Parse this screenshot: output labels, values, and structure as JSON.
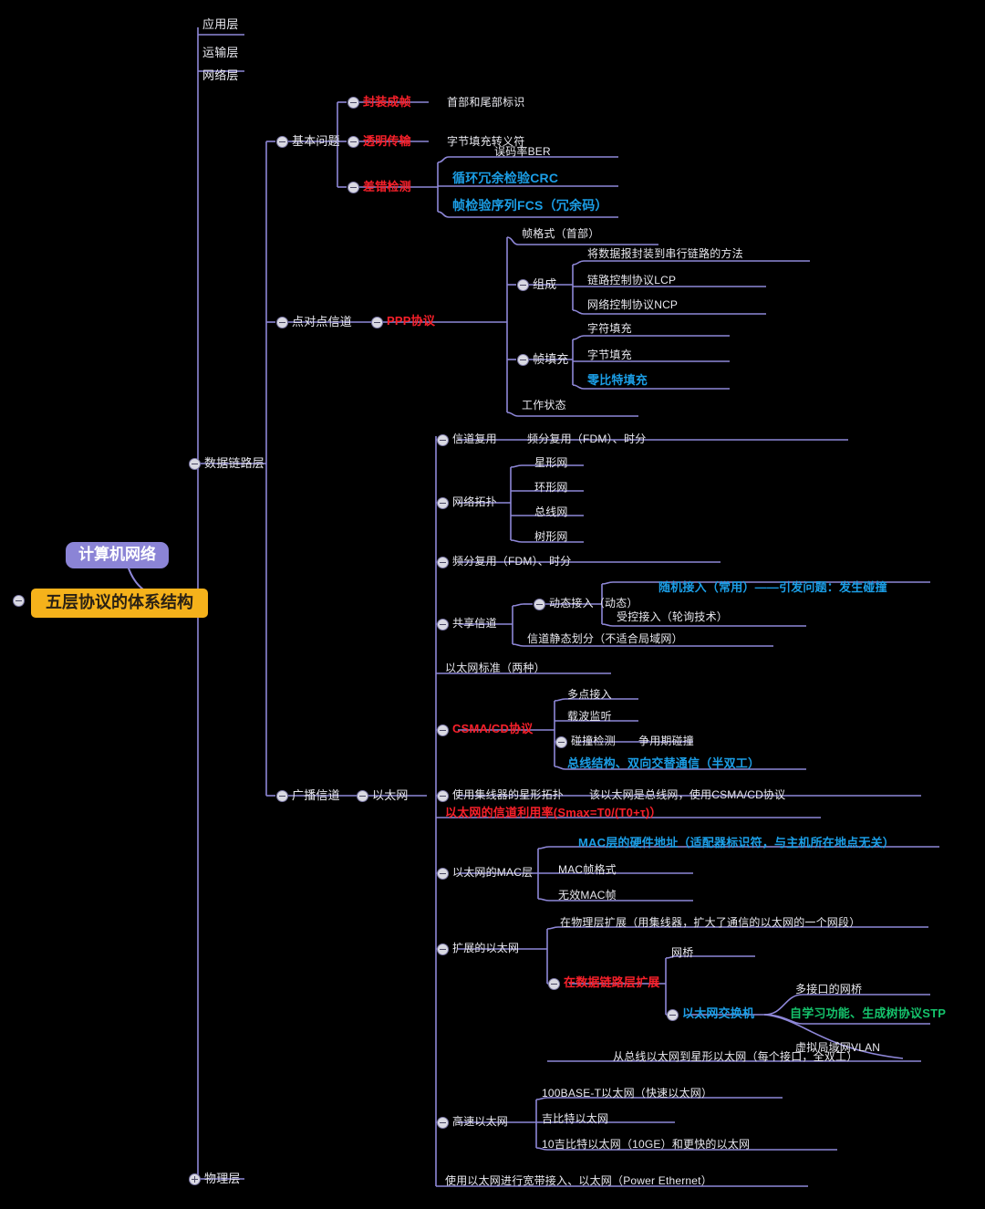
{
  "title": "计算机网络 — 五层协议的体系结构 思维导图",
  "colors": {
    "background": "#000000",
    "branch_line": "#8e87d8",
    "text_default": "#e9e9ef",
    "red": "#f8202a",
    "blue": "#1b9ee6",
    "green": "#15c26b",
    "root_box": "#8b84d6",
    "topic_box": "#f5b21b"
  },
  "root": {
    "label": "计算机网络"
  },
  "topic": {
    "label": "五层协议的体系结构",
    "expander": "minus"
  },
  "layers": [
    {
      "label": "应用层",
      "expander": "none"
    },
    {
      "label": "运输层",
      "expander": "none"
    },
    {
      "label": "网络层",
      "expander": "none"
    },
    {
      "label": "数据链路层",
      "expander": "minus"
    },
    {
      "label": "物理层",
      "expander": "plus"
    }
  ],
  "datalink": {
    "basic": {
      "label": "基本问题",
      "expander": "minus",
      "items": [
        {
          "label": "封装成帧",
          "color": "red",
          "expander": "minus",
          "note": "首部和尾部标识"
        },
        {
          "label": "透明传输",
          "color": "red",
          "expander": "minus",
          "note": "字节填充转义符"
        },
        {
          "label": "差错检测",
          "color": "red",
          "expander": "minus",
          "lead": "误码率BER",
          "children": [
            {
              "label": "循环冗余检验CRC",
              "color": "blue"
            },
            {
              "label": "帧检验序列FCS（冗余码）",
              "color": "blue"
            }
          ]
        }
      ]
    },
    "p2p": {
      "label": "点对点信道",
      "expander": "minus",
      "protocol": {
        "label": "PPP协议",
        "color": "red",
        "expander": "minus"
      },
      "items": [
        {
          "label": "帧格式（首部）",
          "color": "default"
        },
        {
          "label": "组成",
          "color": "default",
          "expander": "minus",
          "lead": "将数据报封装到串行链路的方法",
          "children": [
            {
              "label": "链路控制协议LCP",
              "color": "default"
            },
            {
              "label": "网络控制协议NCP",
              "color": "default"
            }
          ]
        },
        {
          "label": "帧填充",
          "color": "default",
          "expander": "minus",
          "lead": "字符填充",
          "children": [
            {
              "label": "字节填充",
              "color": "default"
            },
            {
              "label": "零比特填充",
              "color": "blue"
            }
          ]
        },
        {
          "label": "工作状态",
          "color": "default"
        }
      ]
    },
    "broadcast": {
      "label": "广播信道",
      "expander": "minus",
      "mux": {
        "label": "信道复用",
        "expander": "minus",
        "note": "频分复用（FDM）、时分",
        "topology": {
          "label": "网络拓扑",
          "expander": "minus",
          "items": [
            "星形网",
            "环形网",
            "总线网",
            "树形网"
          ]
        }
      },
      "shared": {
        "label": "共享信道",
        "expander": "minus",
        "dynamic": {
          "label": "动态接入（动态）",
          "expander": "minus",
          "items": [
            {
              "label": "随机接入（常用）——引发问题：发生碰撞",
              "color": "blue"
            },
            {
              "label": "受控接入（轮询技术）",
              "color": "default"
            }
          ]
        },
        "static": {
          "label": "信道静态划分（不适合局域网）",
          "color": "default"
        }
      },
      "standard": {
        "label": "以太网标准（两种）",
        "color": "default"
      },
      "csmacd": {
        "label": "CSMA/CD协议",
        "color": "red",
        "expander": "minus",
        "items": [
          {
            "label": "多点接入",
            "color": "default"
          },
          {
            "label": "载波监听",
            "color": "default"
          },
          {
            "label": "碰撞检测",
            "color": "default",
            "expander": "minus",
            "note": "争用期碰撞"
          },
          {
            "label": "总线结构、双向交替通信（半双工）",
            "color": "blue"
          }
        ]
      },
      "ethernet": {
        "label": "以太网",
        "expander": "minus",
        "hub": {
          "label": "使用集线器的星形拓扑",
          "expander": "minus",
          "note": "该以太网是总线网，使用CSMA/CD协议"
        },
        "efficiency": {
          "label": "以太网的信道利用率(Smax=T0/(T0+τ)）",
          "color": "red"
        },
        "mac": {
          "label": "以太网的MAC层",
          "expander": "minus",
          "lead": {
            "label": "MAC层的硬件地址（适配器标识符，与主机所在地点无关）",
            "color": "blue"
          },
          "items": [
            "MAC帧格式",
            "无效MAC帧"
          ]
        },
        "extended": {
          "label": "扩展的以太网",
          "expander": "minus",
          "physical_note": "在物理层扩展（用集线器，扩大了通信的以太网的一个网段）",
          "datalink": {
            "label": "在数据链路层扩展",
            "color": "red",
            "expander": "minus",
            "bridge": "网桥",
            "switch": {
              "label": "以太网交换机",
              "color": "blue",
              "expander": "minus",
              "items": [
                {
                  "label": "多接口的网桥",
                  "color": "default"
                },
                {
                  "label": "自学习功能、生成树协议STP",
                  "color": "green"
                },
                {
                  "label": "虚拟局域网VLAN",
                  "color": "default"
                }
              ]
            }
          },
          "footer": "从总线以太网到星形以太网（每个接口，全双工）"
        },
        "fast": {
          "label": "高速以太网",
          "expander": "minus",
          "items": [
            "100BASE-T以太网（快速以太网）",
            "吉比特以太网",
            "10吉比特以太网（10GE）和更快的以太网"
          ]
        },
        "broadband": "使用以太网进行宽带接入、以太网（Power Ethernet）"
      }
    }
  }
}
